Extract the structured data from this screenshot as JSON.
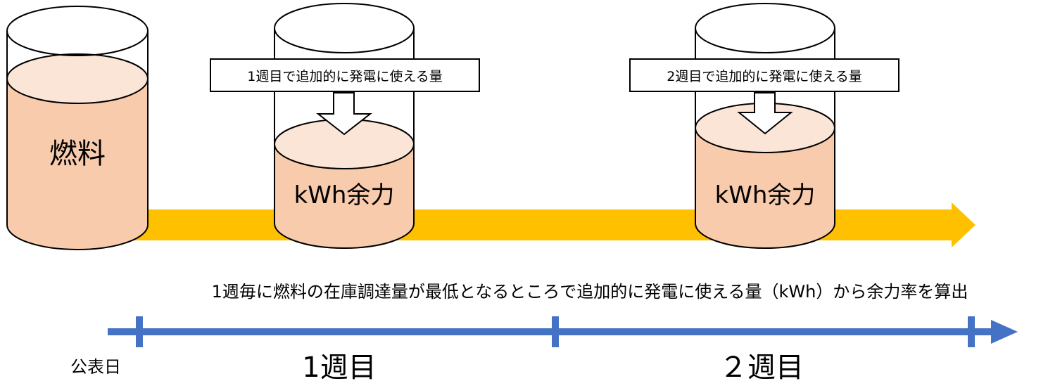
{
  "diagram": {
    "fuel_tank_label": "燃料",
    "week1_tank": {
      "callout_label": "1週目で追加的に発電に使える量",
      "content_label": "kWh余力"
    },
    "week2_tank": {
      "callout_label": "2週目で追加的に発電に使える量",
      "content_label": "kWh余力"
    },
    "caption": "1週毎に燃料の在庫調達量が最低となるところで追加的に発電に使える量（kWh）から余力率を算出",
    "timeline": {
      "start_label": "公表日",
      "week1_label": "1週目",
      "week2_label": "２週目"
    }
  },
  "colors": {
    "fuel_fill": "#F8CBAD",
    "fuel_top": "#FBE5D6",
    "flow_arrow": "#FFC000",
    "timeline": "#4472C4",
    "outline": "#000000"
  }
}
